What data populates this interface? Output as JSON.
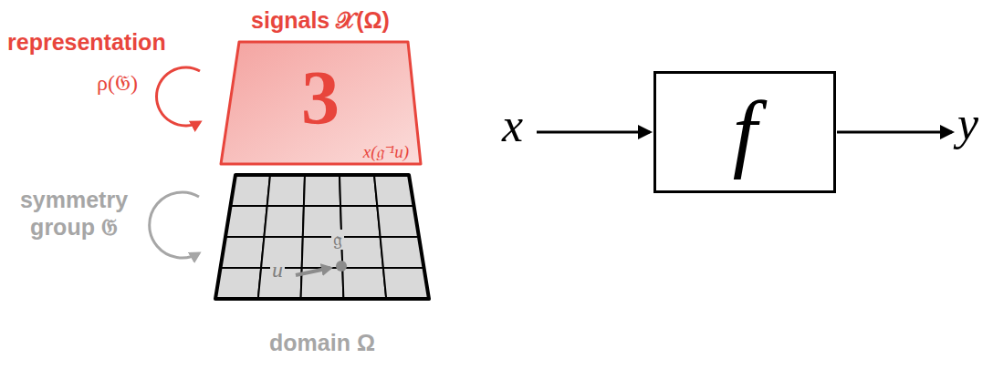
{
  "diagram": {
    "nodes": [
      {
        "text": [
          "signals 𝒳(Ω)",
          "3",
          "x(𝔤⁻¹u)"
        ]
      },
      {
        "text": [
          "domain Ω",
          "u",
          "𝔤"
        ]
      },
      {
        "text": [
          "f"
        ]
      }
    ],
    "labels": [
      "representation",
      "ρ(𝔊)",
      "symmetry group 𝔊",
      "x",
      "y"
    ]
  }
}
